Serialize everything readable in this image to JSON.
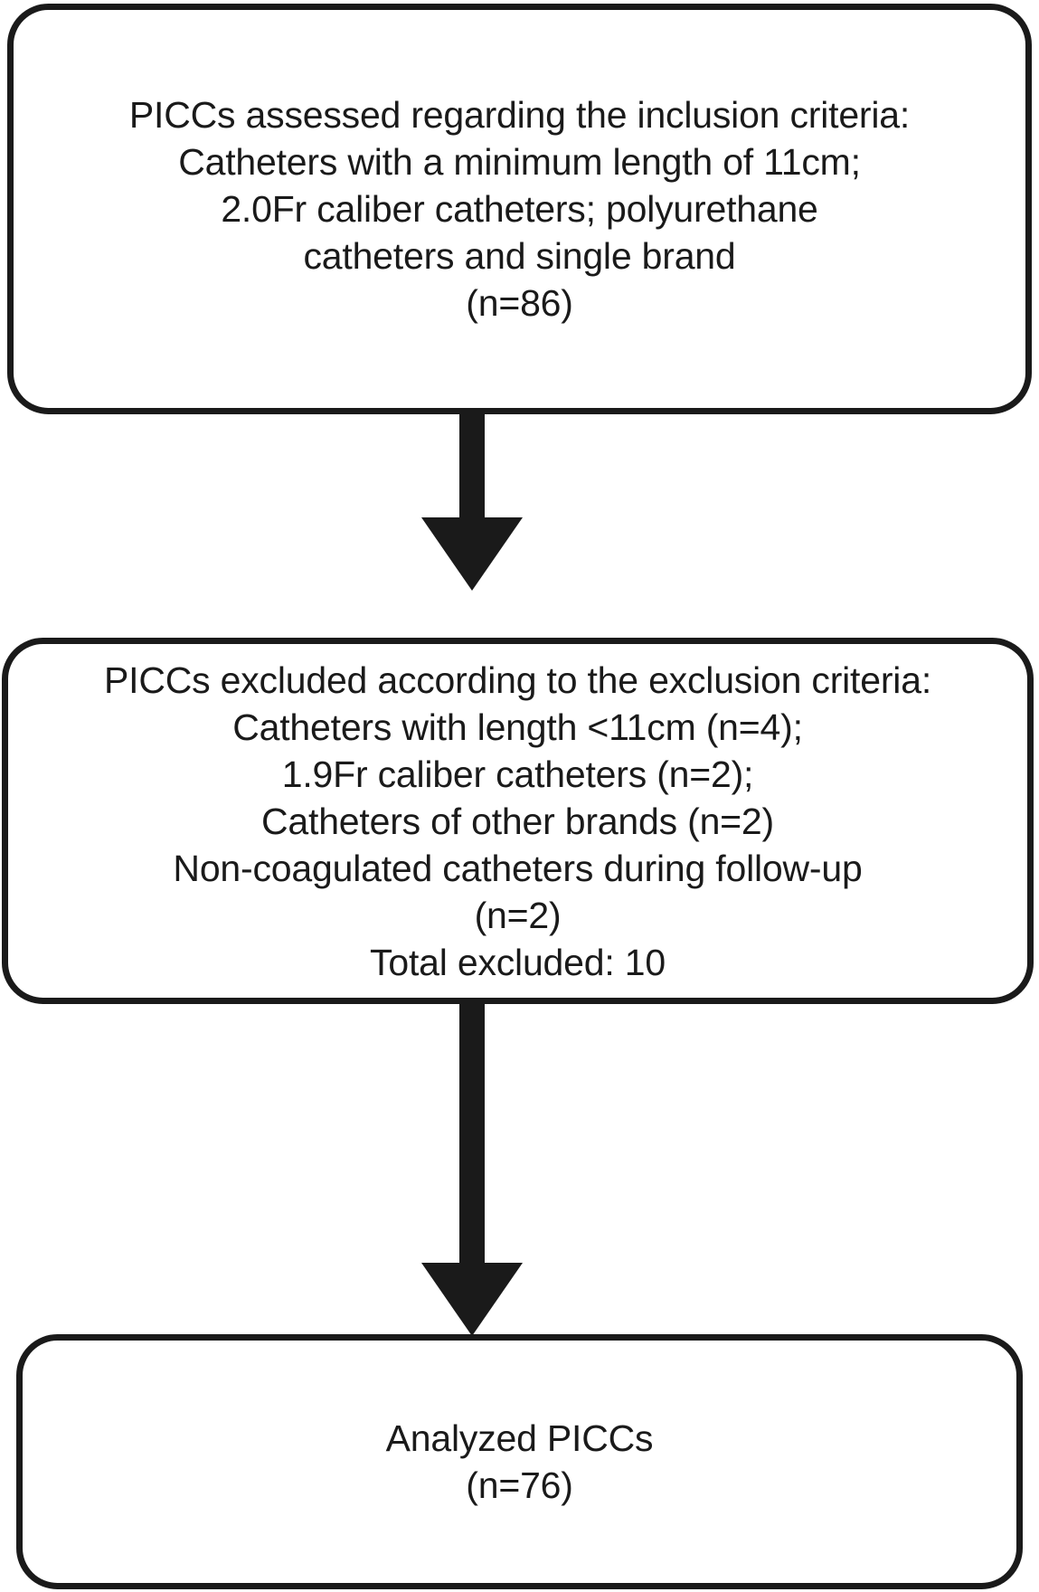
{
  "diagram": {
    "type": "flowchart",
    "title": "PICC study inclusion and exclusion flow",
    "orientation": "vertical",
    "stroke_color": "#1a1a1a",
    "fill_color": "#ffffff",
    "text_color": "#1a1a1a",
    "nodes": [
      {
        "id": "inclusion",
        "shape": "rounded-rectangle",
        "lines": [
          "PICCs assessed regarding the inclusion criteria:",
          "Catheters with a minimum length of 11cm;",
          "2.0Fr caliber catheters; polyurethane",
          "catheters and single brand",
          "(n=86)"
        ],
        "count_label": "(n=86)",
        "count_value": 86
      },
      {
        "id": "exclusion",
        "shape": "rounded-rectangle",
        "lines": [
          "PICCs excluded according to the exclusion criteria:",
          "Catheters with length <11cm (n=4);",
          "1.9Fr caliber catheters (n=2);",
          "Catheters of other brands (n=2)",
          "Non-coagulated catheters during follow-up",
          "(n=2)",
          "Total excluded: 10"
        ],
        "total_excluded_label": "Total excluded: 10",
        "total_excluded_value": 10,
        "breakdown": [
          {
            "reason": "Catheters with length <11cm",
            "n": 4
          },
          {
            "reason": "1.9Fr caliber catheters",
            "n": 2
          },
          {
            "reason": "Catheters of other brands",
            "n": 2
          },
          {
            "reason": "Non-coagulated catheters during follow-up",
            "n": 2
          }
        ]
      },
      {
        "id": "analyzed",
        "shape": "rounded-rectangle",
        "lines": [
          "Analyzed PICCs",
          "(n=76)"
        ],
        "count_label": "(n=76)",
        "count_value": 76
      }
    ],
    "connectors": [
      {
        "id": "arrow-inclusion-to-exclusion",
        "from": "inclusion",
        "to": "exclusion",
        "direction": "down",
        "style": "solid-filled-arrow"
      },
      {
        "id": "arrow-exclusion-to-analyzed",
        "from": "exclusion",
        "to": "analyzed",
        "direction": "down",
        "style": "solid-filled-arrow"
      }
    ]
  }
}
